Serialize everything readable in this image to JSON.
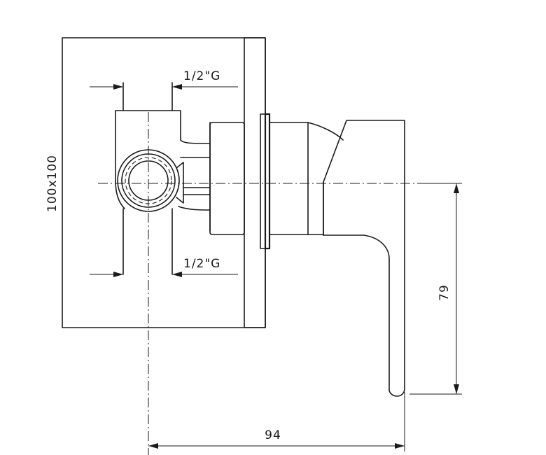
{
  "dimensions": {
    "plate_size": "100x100",
    "thread_top": "1/2\"G",
    "thread_bottom": "1/2\"G",
    "depth": "94",
    "lever_height": "79"
  },
  "colors": {
    "line": "#1a1a1a",
    "background": "#ffffff"
  }
}
